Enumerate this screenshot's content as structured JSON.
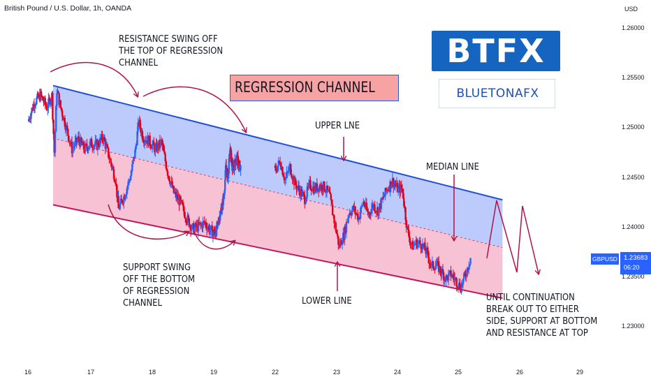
{
  "header": {
    "instrument": "British Pound / U.S. Dollar, 1h, OANDA",
    "currency": "USD"
  },
  "chart_data": {
    "type": "candlestick",
    "symbol": "GBPUSD",
    "interval": "1h",
    "ylim": [
      1.2255,
      1.2615
    ],
    "y_ticks": [
      1.26,
      1.255,
      1.25,
      1.245,
      1.24,
      1.235,
      1.23
    ],
    "y_tick_labels": [
      "1.26000",
      "1.25500",
      "1.25000",
      "1.24500",
      "1.24000",
      "1.23500",
      "1.23000"
    ],
    "x_ticks": [
      {
        "label": "16",
        "day": 16
      },
      {
        "label": "17",
        "day": 17
      },
      {
        "label": "18",
        "day": 18
      },
      {
        "label": "19",
        "day": 19
      },
      {
        "label": "22",
        "day": 22
      },
      {
        "label": "23",
        "day": 23
      },
      {
        "label": "24",
        "day": 24
      },
      {
        "label": "25",
        "day": 25
      },
      {
        "label": "26",
        "day": 26
      },
      {
        "label": "29",
        "day": 29
      }
    ],
    "last_price": "1.23683",
    "countdown": "06:20",
    "colors": {
      "up": "#2962ff",
      "down": "#e0001b",
      "upper_zone": "#b8c8fb",
      "lower_zone": "#f7bfd2",
      "upper_line": "#1f4fd9",
      "lower_line": "#c0185c",
      "median_line": "#dc3c64",
      "arrow": "#b0124a"
    },
    "regression_channel": {
      "start_day": 16.4,
      "end_day": 25.72,
      "upper": [
        1.2542,
        1.2427
      ],
      "median": [
        1.2489,
        1.2379
      ],
      "lower": [
        1.2422,
        1.2328
      ]
    },
    "price_path": [
      [
        16.0,
        1.2506
      ],
      [
        16.1,
        1.2525
      ],
      [
        16.2,
        1.2532
      ],
      [
        16.3,
        1.252
      ],
      [
        16.38,
        1.2532
      ],
      [
        16.42,
        1.2475
      ],
      [
        16.46,
        1.2538
      ],
      [
        16.52,
        1.252
      ],
      [
        16.6,
        1.2502
      ],
      [
        16.7,
        1.2478
      ],
      [
        16.8,
        1.2488
      ],
      [
        16.9,
        1.2478
      ],
      [
        17.0,
        1.2484
      ],
      [
        17.1,
        1.2482
      ],
      [
        17.2,
        1.249
      ],
      [
        17.3,
        1.247
      ],
      [
        17.4,
        1.2448
      ],
      [
        17.45,
        1.2418
      ],
      [
        17.55,
        1.2432
      ],
      [
        17.65,
        1.2452
      ],
      [
        17.72,
        1.2475
      ],
      [
        17.78,
        1.2506
      ],
      [
        17.85,
        1.249
      ],
      [
        17.95,
        1.2486
      ],
      [
        18.05,
        1.2478
      ],
      [
        18.15,
        1.2485
      ],
      [
        18.25,
        1.2455
      ],
      [
        18.35,
        1.2434
      ],
      [
        18.45,
        1.2425
      ],
      [
        18.55,
        1.241
      ],
      [
        18.65,
        1.2398
      ],
      [
        18.75,
        1.24
      ],
      [
        18.85,
        1.2404
      ],
      [
        18.95,
        1.2396
      ],
      [
        19.05,
        1.2393
      ],
      [
        19.12,
        1.2398
      ],
      [
        19.2,
        1.2409
      ],
      [
        19.3,
        1.242
      ],
      [
        19.38,
        1.2432
      ],
      [
        19.45,
        1.2462
      ],
      [
        19.52,
        1.2448
      ],
      [
        19.6,
        1.2479
      ],
      [
        19.68,
        1.2459
      ],
      [
        19.76,
        1.2462
      ],
      [
        19.84,
        1.247
      ],
      [
        19.92,
        1.2462
      ],
      [
        20.0,
        1.2456
      ],
      [
        20.08,
        1.2466
      ],
      [
        20.16,
        1.2447
      ],
      [
        20.24,
        1.246
      ],
      [
        20.32,
        1.2443
      ],
      [
        20.4,
        1.2436
      ],
      [
        20.48,
        1.2428
      ],
      [
        20.56,
        1.2442
      ],
      [
        20.64,
        1.2438
      ],
      [
        20.72,
        1.2441
      ],
      [
        20.8,
        1.244
      ],
      [
        20.88,
        1.2432
      ],
      [
        20.96,
        1.2406
      ],
      [
        21.04,
        1.238
      ],
      [
        21.12,
        1.2392
      ],
      [
        21.2,
        1.2414
      ],
      [
        21.28,
        1.2418
      ],
      [
        21.36,
        1.2409
      ],
      [
        21.44,
        1.2425
      ],
      [
        21.52,
        1.2412
      ],
      [
        21.6,
        1.2422
      ],
      [
        21.68,
        1.2416
      ],
      [
        21.76,
        1.2428
      ],
      [
        21.84,
        1.2439
      ],
      [
        21.92,
        1.2446
      ],
      [
        22.0,
        1.2438
      ],
      [
        22.08,
        1.2438
      ],
      [
        22.16,
        1.2397
      ],
      [
        22.24,
        1.238
      ],
      [
        22.32,
        1.2384
      ],
      [
        22.4,
        1.2382
      ],
      [
        22.48,
        1.2374
      ],
      [
        22.56,
        1.236
      ],
      [
        22.64,
        1.2362
      ],
      [
        22.72,
        1.2355
      ],
      [
        22.8,
        1.2348
      ],
      [
        22.88,
        1.2352
      ],
      [
        22.96,
        1.2346
      ],
      [
        23.04,
        1.2339
      ],
      [
        23.12,
        1.2352
      ],
      [
        23.2,
        1.2369
      ]
    ],
    "annotations": [
      "RESISTANCE SWING OFF\nTHE TOP OF REGRESSION\nCHANNEL",
      "SUPPORT SWING\nOFF THE BOTTOM\nOF REGRESSION\nCHANNEL",
      "UPPER LNE",
      "MEDIAN LINE",
      "LOWER LINE",
      "UNTIL CONTINUATION\nBREAK OUT TO EITHER\nSIDE, SUPPORT AT BOTTOM\nAND RESISTANCE AT TOP"
    ],
    "title": "REGRESSION CHANNEL"
  },
  "logos": {
    "primary": "BTFX",
    "secondary": "BLUETONAFX"
  }
}
